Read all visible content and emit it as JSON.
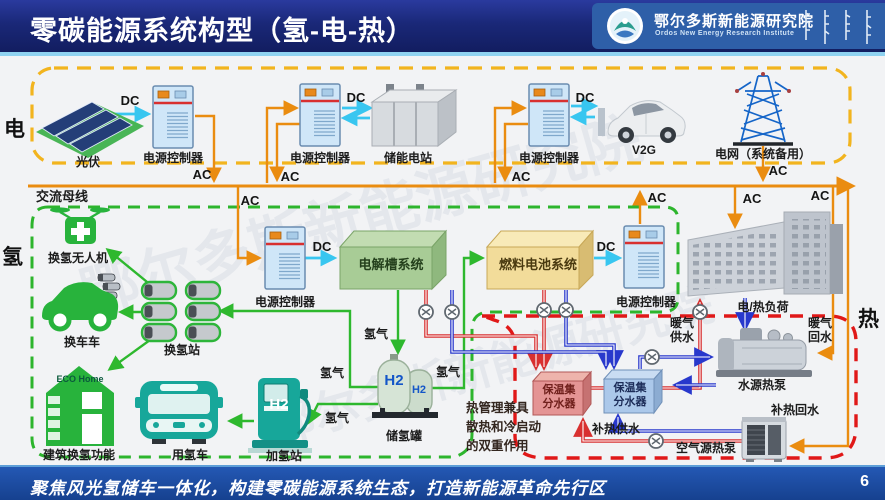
{
  "header": {
    "title": "零碳能源系统构型（氢-电-热）",
    "org_cn": "鄂尔多斯新能源研究院",
    "org_en": "Ordos New Energy Research Institute"
  },
  "footer": {
    "slogan": "聚焦风光氢储车一体化，构建零碳能源系统生态，打造新能源革命先行区",
    "page": "6"
  },
  "regions": {
    "electric": "电",
    "hydrogen": "氢",
    "heat": "热"
  },
  "bus": {
    "label": "交流母线"
  },
  "line_labels": {
    "ac": "AC",
    "dc": "DC",
    "h2_gas": "氢气"
  },
  "nodes": {
    "pv": "光伏",
    "controller": "电源控制器",
    "storage": "储能电站",
    "v2g": "V2G",
    "grid": "电网（系统备用）",
    "drone": "换氢无人机",
    "swap_car": "换车车",
    "swap_station": "换氢站",
    "eco_home": "ECO Home",
    "building": "建筑换氢功能",
    "h2_vehicle": "用氢车",
    "refuel_station": "加氢站",
    "h2_tank": "储氢罐",
    "h2": "H2",
    "electrolyzer": "电解槽系统",
    "fuel_cell": "燃料电池系统",
    "load": "电/热负荷",
    "manifold_l1": "保温集",
    "manifold_l2": "分水器",
    "wshp": "水源热泵",
    "ashp": "空气源热泵"
  },
  "heat_labels": {
    "supply_l1": "暖气",
    "supply_l2": "供水",
    "return_l1": "暖气",
    "return_l2": "回水",
    "reheat_return": "补热回水",
    "reheat_supply": "补热供水",
    "note": [
      "热管理兼具",
      "散热和冷启动",
      "的双重作用"
    ]
  },
  "watermark": "鄂尔多斯新能源研究院",
  "colors": {
    "header_bg": "#1a2878",
    "accent_strip": "#8fd2f0",
    "power_ac": "#ea8c10",
    "power_dc": "#38c6f0",
    "hydrogen": "#2eb82e",
    "heat_hot": "#d83030",
    "heat_cold": "#2838cc",
    "region_electric": "#f2b41e",
    "region_hydrogen": "#2db52d",
    "region_heat": "#e01818",
    "footer_bg": "#16418f"
  },
  "icons": [
    "ordos-logo",
    "mongolian-script",
    "solar-pv",
    "power-cabinet",
    "battery-bank",
    "ev-car",
    "grid-tower",
    "drone",
    "swap-car",
    "canister-rack",
    "eco-house",
    "bus-front",
    "h2-dispenser",
    "h2-tanks",
    "electrolyzer-box",
    "fuel-cell-box",
    "load-buildings",
    "manifold-box",
    "water-heat-pump",
    "air-heat-pump",
    "pump-valve"
  ]
}
